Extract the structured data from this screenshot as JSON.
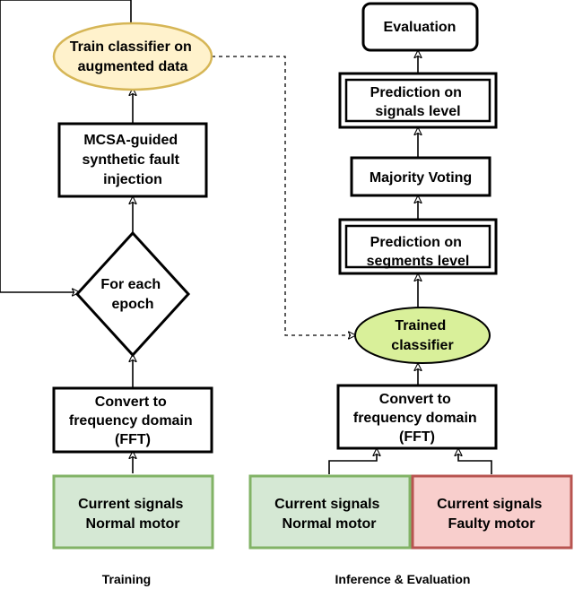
{
  "colors": {
    "stroke": "#000000",
    "training_fill": "#fff2cc",
    "training_stroke": "#d6b656",
    "trained_fill": "#d9f09a",
    "trained_stroke": "#000000",
    "normal_fill": "#d5e8d4",
    "normal_stroke": "#82b366",
    "faulty_fill": "#f8cecc",
    "faulty_stroke": "#b85450"
  },
  "nodes": {
    "train_classifier": [
      "Train classifier on",
      "augmented data"
    ],
    "fault_injection": [
      "MCSA-guided",
      "synthetic fault",
      "injection"
    ],
    "each_epoch": [
      "For each",
      "epoch"
    ],
    "convert_train": [
      "Convert to",
      "frequency domain",
      "(FFT)"
    ],
    "normal_train": [
      "Current signals",
      "Normal motor"
    ],
    "evaluation": [
      "Evaluation"
    ],
    "pred_signals": [
      "Prediction on",
      "signals level"
    ],
    "majority_voting": [
      "Majority Voting"
    ],
    "pred_segments": [
      "Prediction on",
      "segments level"
    ],
    "trained_classifier": [
      "Trained",
      "classifier"
    ],
    "convert_infer": [
      "Convert to",
      "frequency domain",
      "(FFT)"
    ],
    "normal_infer": [
      "Current signals",
      "Normal motor"
    ],
    "faulty_infer": [
      "Current signals",
      "Faulty motor"
    ]
  },
  "captions": {
    "training": "Training",
    "inference": "Inference & Evaluation"
  }
}
